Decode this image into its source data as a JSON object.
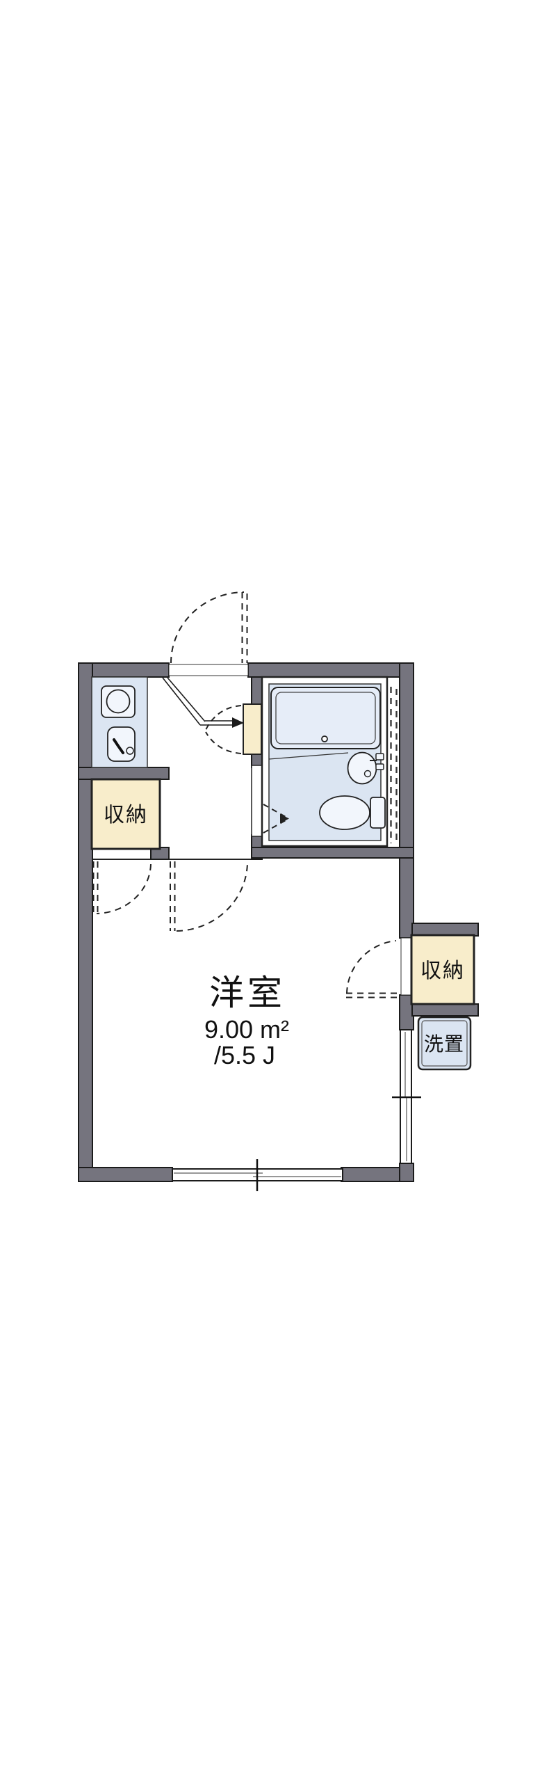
{
  "floorplan": {
    "labels": {
      "room": "洋室",
      "room_area_sqm": "9.00 m²",
      "room_area_tatami": "/5.5 J",
      "closet_left": "収納",
      "closet_right": "収納",
      "laundry": "洗置"
    },
    "colors": {
      "wall": "#75747e",
      "outline": "#1b1b1b",
      "fixture_blue": "#dbe5f2",
      "fixture_light": "#f2f6fc",
      "tub_fill": "#e6edf8",
      "closet_cream": "#f8edcb",
      "text": "#111111"
    }
  }
}
